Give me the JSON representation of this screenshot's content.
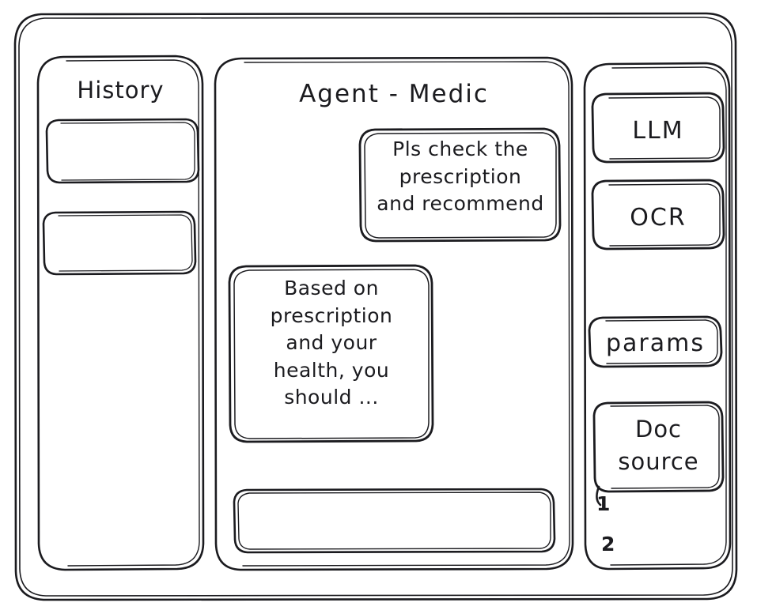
{
  "window": {
    "style": "hand-drawn-wireframe",
    "stroke_color": "#1b1b1f",
    "background_color": "#ffffff"
  },
  "sidebar_left": {
    "title": "History",
    "items": [
      {
        "label": "",
        "name": "history-item-1"
      },
      {
        "label": "",
        "name": "history-item-2"
      }
    ]
  },
  "main": {
    "title": "Agent - Medic",
    "messages": [
      {
        "role": "user",
        "align": "right",
        "text": "Pls check the\nprescription\nand recommend"
      },
      {
        "role": "assistant",
        "align": "left",
        "text": "Based on\nprescription\nand your\nhealth, you\nshould ..."
      }
    ],
    "composer": {
      "value": "",
      "placeholder": ""
    }
  },
  "sidebar_right": {
    "buttons": [
      {
        "label": "LLM",
        "name": "llm-button"
      },
      {
        "label": "OCR",
        "name": "ocr-button"
      },
      {
        "label": "params",
        "name": "params-button"
      }
    ],
    "doc_source": {
      "label": "Doc\nsource",
      "items": [
        "1",
        "2"
      ]
    }
  }
}
